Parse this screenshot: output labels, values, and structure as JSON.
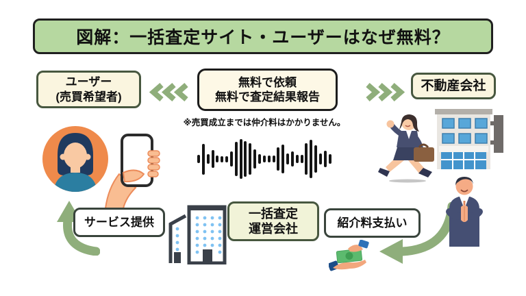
{
  "title": "図解：一括査定サイト・ユーザーはなぜ無料？",
  "top_flow": {
    "user_box": {
      "line1": "ユーザー",
      "line2": "(売買希望者)"
    },
    "center_box": {
      "line1": "無料で依頼",
      "line2": "無料で査定結果報告"
    },
    "note": "※売買成立までは仲介料はかかりません。",
    "realtor_box": "不動産会社"
  },
  "bottom_flow": {
    "service_box": "サービス提供",
    "operator_box": {
      "line1": "一括査定",
      "line2": "運営会社"
    },
    "referral_box": "紹介料支払い"
  },
  "waveform": {
    "bars": [
      12,
      45,
      14,
      26,
      10,
      9,
      9,
      22,
      50,
      58,
      52,
      46,
      28,
      14,
      10,
      10,
      10,
      34,
      42,
      16,
      22,
      12,
      12,
      46,
      56,
      40,
      16,
      24,
      14
    ]
  },
  "icons": [
    "chevrons-left-icon",
    "chevrons-right-icon",
    "woman-avatar-icon",
    "hand-smartphone-icon",
    "voice-waveform",
    "running-businesswoman-icon",
    "office-building-icon",
    "operator-building-icon",
    "curved-arrow-up-icon",
    "curved-arrow-left-icon",
    "thankful-businessman-icon",
    "money-handover-icon"
  ],
  "colors": {
    "banner_green": "#b6d8a0",
    "arrow_green": "#8fae7b",
    "box_cream": "#faf5df",
    "border_dark_green": "#47573f",
    "waveform_black": "#141414"
  }
}
